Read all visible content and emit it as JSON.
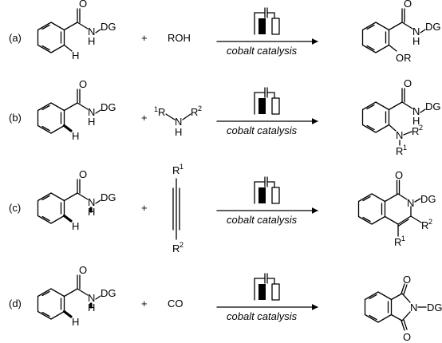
{
  "reactions": [
    {
      "label": "(a)",
      "substrate": {
        "carbonyl_o": "O",
        "nh_n": "N",
        "nh_h": "H",
        "dg": "DG",
        "ortho_h": "H"
      },
      "plus": "+",
      "reagent": {
        "formula": "ROH"
      },
      "condition": "cobalt catalysis",
      "product": {
        "carbonyl_o": "O",
        "nh_n": "N",
        "nh_h": "H",
        "dg": "DG",
        "substituent": "OR"
      }
    },
    {
      "label": "(b)",
      "substrate": {
        "carbonyl_o": "O",
        "nh_n": "N",
        "nh_h": "H",
        "dg": "DG",
        "ortho_h": "H"
      },
      "plus": "+",
      "reagent": {
        "r1_sup": "1",
        "r1": "R",
        "n": "N",
        "h": "H",
        "r2": "R",
        "r2_sup": "2"
      },
      "condition": "cobalt catalysis",
      "product": {
        "carbonyl_o": "O",
        "nh_n": "N",
        "nh_h": "H",
        "dg": "DG",
        "amine_n": "N",
        "r1": "R",
        "r1_sup": "1",
        "r2": "R",
        "r2_sup": "2"
      }
    },
    {
      "label": "(c)",
      "substrate": {
        "carbonyl_o": "O",
        "nh_n": "N",
        "nh_h": "H",
        "dg": "DG",
        "ortho_h": "H"
      },
      "plus": "+",
      "reagent": {
        "r1": "R",
        "r1_sup": "1",
        "r2": "R",
        "r2_sup": "2"
      },
      "condition": "cobalt catalysis",
      "product": {
        "carbonyl_o": "O",
        "n": "N",
        "dg": "DG",
        "r2": "R",
        "r2_sup": "2",
        "r1": "R",
        "r1_sup": "1"
      }
    },
    {
      "label": "(d)",
      "substrate": {
        "carbonyl_o": "O",
        "nh_n": "N",
        "nh_h": "H",
        "dg": "DG",
        "ortho_h": "H"
      },
      "plus": "+",
      "reagent": {
        "formula": "CO"
      },
      "condition": "cobalt catalysis",
      "product": {
        "o_top": "O",
        "n": "N",
        "dg": "DG",
        "o_bottom": "O"
      }
    }
  ],
  "colors": {
    "ink": "#000000",
    "background": "#ffffff"
  },
  "icons": {
    "catalyst": "cobalt-catalyst-cartoon-icon",
    "arrow": "reaction-arrow-icon"
  }
}
